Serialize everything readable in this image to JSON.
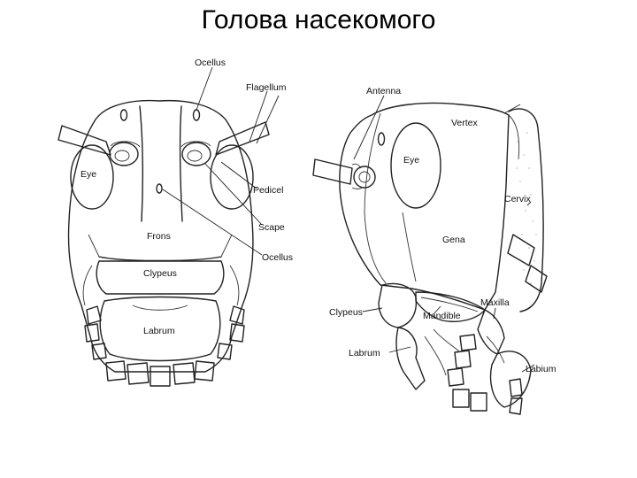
{
  "title": "Голова насекомого",
  "front_view": {
    "labels": {
      "ocellus_top": "Ocellus",
      "flagellum": "Flagellum",
      "eye": "Eye",
      "pedicel": "Pedicel",
      "scape": "Scape",
      "ocellus_mid": "Ocellus",
      "frons": "Frons",
      "clypeus": "Clypeus",
      "labrum": "Labrum"
    }
  },
  "side_view": {
    "labels": {
      "antenna": "Antenna",
      "vertex": "Vertex",
      "eye": "Eye",
      "cervix": "Cervix",
      "gena": "Gena",
      "maxilla": "Maxilla",
      "clypeus": "Clypeus",
      "mandible": "Mandible",
      "labrum": "Labrum",
      "labium": "Labium"
    }
  }
}
